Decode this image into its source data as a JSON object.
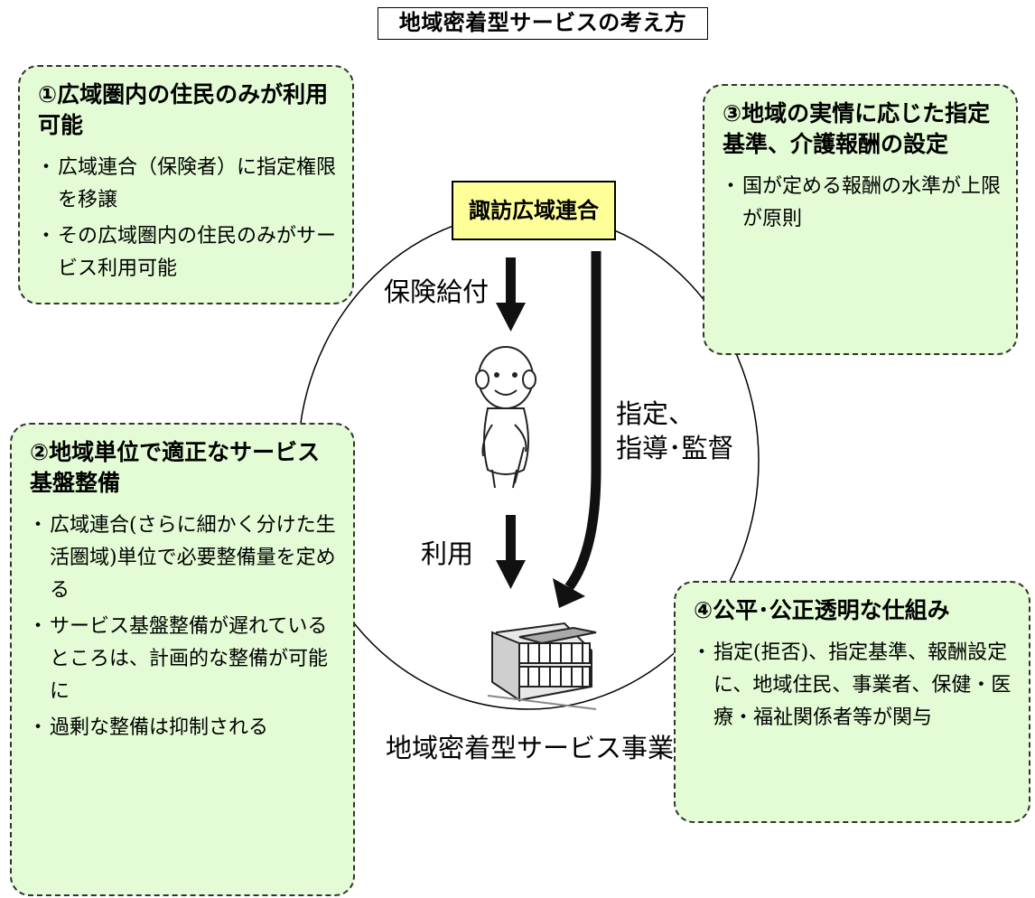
{
  "title": "地域密着型サービスの考え方",
  "center_org": "諏訪広域連合",
  "arrows": {
    "benefit": "保険給付",
    "use": "利用",
    "designation_line1": "指定、",
    "designation_line2": "指導･監督"
  },
  "facility_label": "地域密着型サービス事業所",
  "panels": [
    {
      "title": "①広域圏内の住民のみが利用可能",
      "items": [
        "広域連合（保険者）に指定権限を移譲",
        "その広域圏内の住民のみがサービス利用可能"
      ]
    },
    {
      "title": "②地域単位で適正なサービス基盤整備",
      "items": [
        "広域連合(さらに細かく分けた生活圏域)単位で必要整備量を定める",
        "サービス基盤整備が遅れているところは、計画的な整備が可能に",
        "過剰な整備は抑制される"
      ]
    },
    {
      "title": "③地域の実情に応じた指定基準、介護報酬の設定",
      "items": [
        "国が定める報酬の水準が上限が原則"
      ]
    },
    {
      "title": "④公平･公正透明な仕組み",
      "items": [
        "指定(拒否)、指定基準、報酬設定に、地域住民、事業者、保健・医療・福祉関係者等が関与"
      ]
    }
  ],
  "colors": {
    "panel_fill": "#e3fcd5",
    "org_fill": "#ffff99"
  }
}
